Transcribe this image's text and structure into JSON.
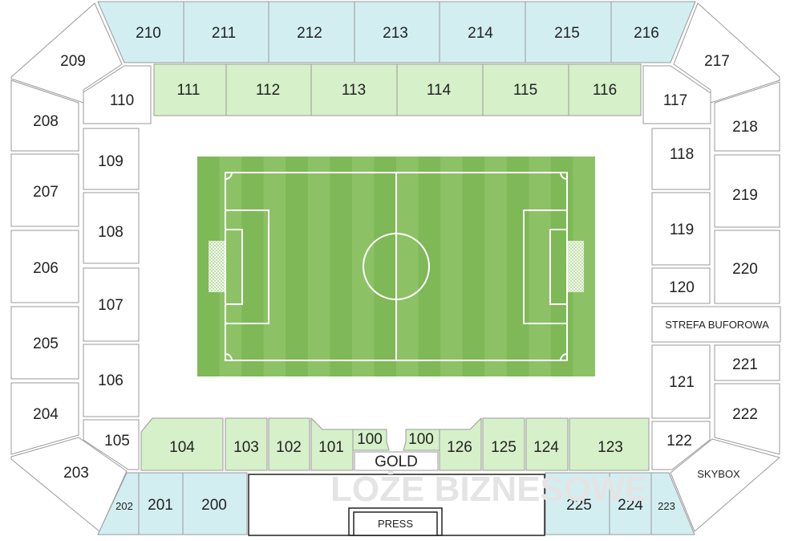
{
  "colors": {
    "blue_sections": "#d3eef1",
    "green_sections": "#d6f0c9",
    "plain_sections": "#ffffff",
    "pitch_light": "#8cc265",
    "pitch_dark": "#7eb857",
    "border": "#9a9a9a"
  },
  "sections": {
    "s210": "210",
    "s211": "211",
    "s212": "212",
    "s213": "213",
    "s214": "214",
    "s215": "215",
    "s216": "216",
    "s209": "209",
    "s217": "217",
    "s110": "110",
    "s111": "111",
    "s112": "112",
    "s113": "113",
    "s114": "114",
    "s115": "115",
    "s116": "116",
    "s117": "117",
    "s208": "208",
    "s207": "207",
    "s206": "206",
    "s205": "205",
    "s204": "204",
    "s203": "203",
    "s109": "109",
    "s108": "108",
    "s107": "107",
    "s106": "106",
    "s105": "105",
    "s104": "104",
    "s103": "103",
    "s102": "102",
    "s101": "101",
    "s100a": "100",
    "s100b": "100",
    "s126": "126",
    "s125": "125",
    "s124": "124",
    "s123": "123",
    "s122": "122",
    "s118": "118",
    "s119": "119",
    "s120": "120",
    "s121": "121",
    "s218": "218",
    "s219": "219",
    "s220": "220",
    "s221": "221",
    "s222": "222",
    "s202": "202",
    "s201": "201",
    "s200": "200",
    "s225": "225",
    "s224": "224",
    "s223": "223"
  },
  "labels": {
    "strefa": "STREFA BUFOROWA",
    "gold": "GOLD",
    "press": "PRESS",
    "skybox": "SKYBOX",
    "loze": "LOŻE BIZNESOWE"
  }
}
